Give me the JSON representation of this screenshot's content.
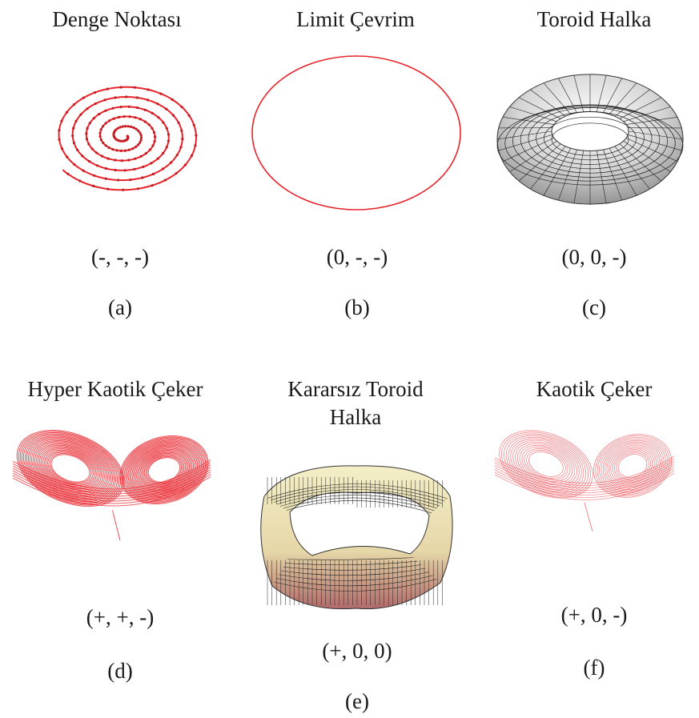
{
  "panels": [
    {
      "id": "a",
      "title": "Denge Noktası",
      "exponents": "(-, -, -)",
      "label": "(a)"
    },
    {
      "id": "b",
      "title": "Limit Çevrim",
      "exponents": "(0, -, -)",
      "label": "(b)"
    },
    {
      "id": "c",
      "title": "Toroid Halka",
      "exponents": "(0, 0, -)",
      "label": "(c)"
    },
    {
      "id": "d",
      "title": "Hyper Kaotik Çeker",
      "exponents": "(+, +, -)",
      "label": "(d)"
    },
    {
      "id": "e",
      "title_line1": "Kararsız Toroid",
      "title_line2": "Halka",
      "exponents": "(+, 0, 0)",
      "label": "(e)"
    },
    {
      "id": "f",
      "title": "Kaotik Çeker",
      "exponents": "(+, 0, -)",
      "label": "(f)"
    }
  ],
  "colors": {
    "trajectory": "#e8232b",
    "torus_fill": "#d9d9d9",
    "torus_mesh": "#222222",
    "unstable_fill": "#e9e2b0",
    "text": "#1a1a1a"
  }
}
